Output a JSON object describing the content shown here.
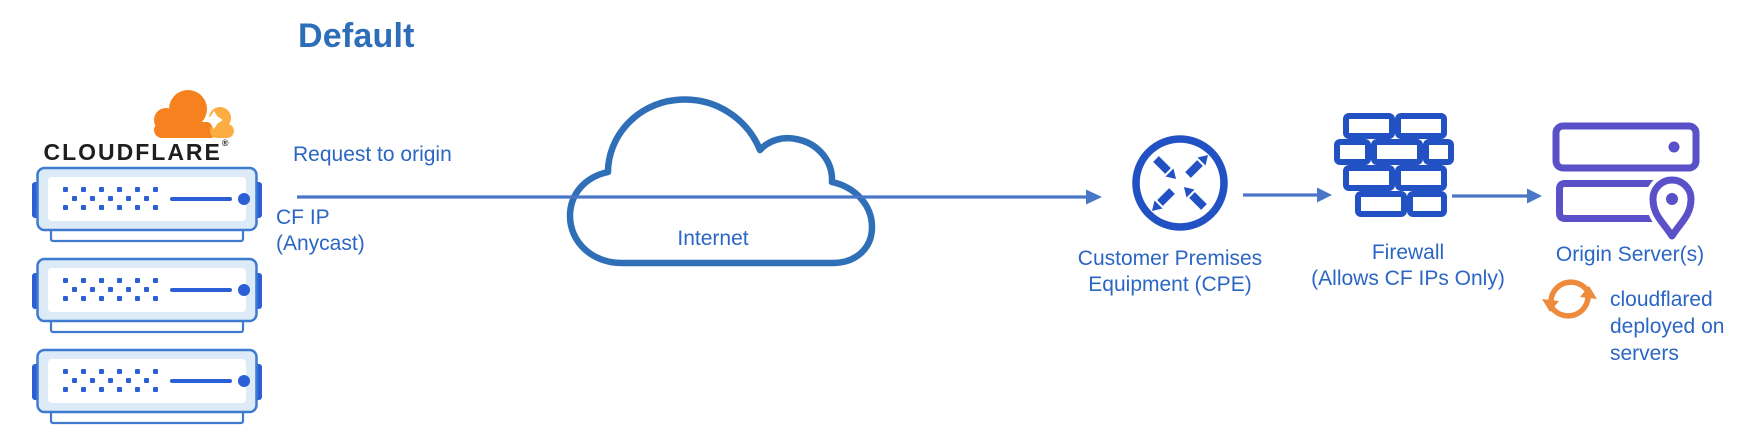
{
  "title": "Default",
  "logo": {
    "wordmark": "CLOUDFLARE",
    "registered_mark": "®"
  },
  "labels": {
    "request": "Request to origin",
    "cf_ip_line1": "CF IP",
    "cf_ip_line2": "(Anycast)",
    "internet": "Internet",
    "cpe_line1": "Customer Premises",
    "cpe_line2": "Equipment (CPE)",
    "firewall_line1": "Firewall",
    "firewall_line2": "(Allows CF IPs Only)",
    "origin": "Origin Server(s)",
    "cloudflared_note": "cloudflared deployed on servers"
  },
  "colors": {
    "title_blue": "#2e6db8",
    "label_blue": "#2b66c4",
    "icon_blue": "#2251c4",
    "arrow_blue": "#4a76c8",
    "cloud_outline_blue": "#2e6fb7",
    "server_fill": "#dcebf7",
    "server_border": "#3f7ad1",
    "server_accent": "#2b5fd6",
    "origin_purple": "#5a50c8",
    "cloudflared_orange": "#ed8a3c",
    "logo_orange": "#f6821f",
    "logo_light_orange": "#fbad41",
    "wordmark_black": "#1e1e1e"
  }
}
